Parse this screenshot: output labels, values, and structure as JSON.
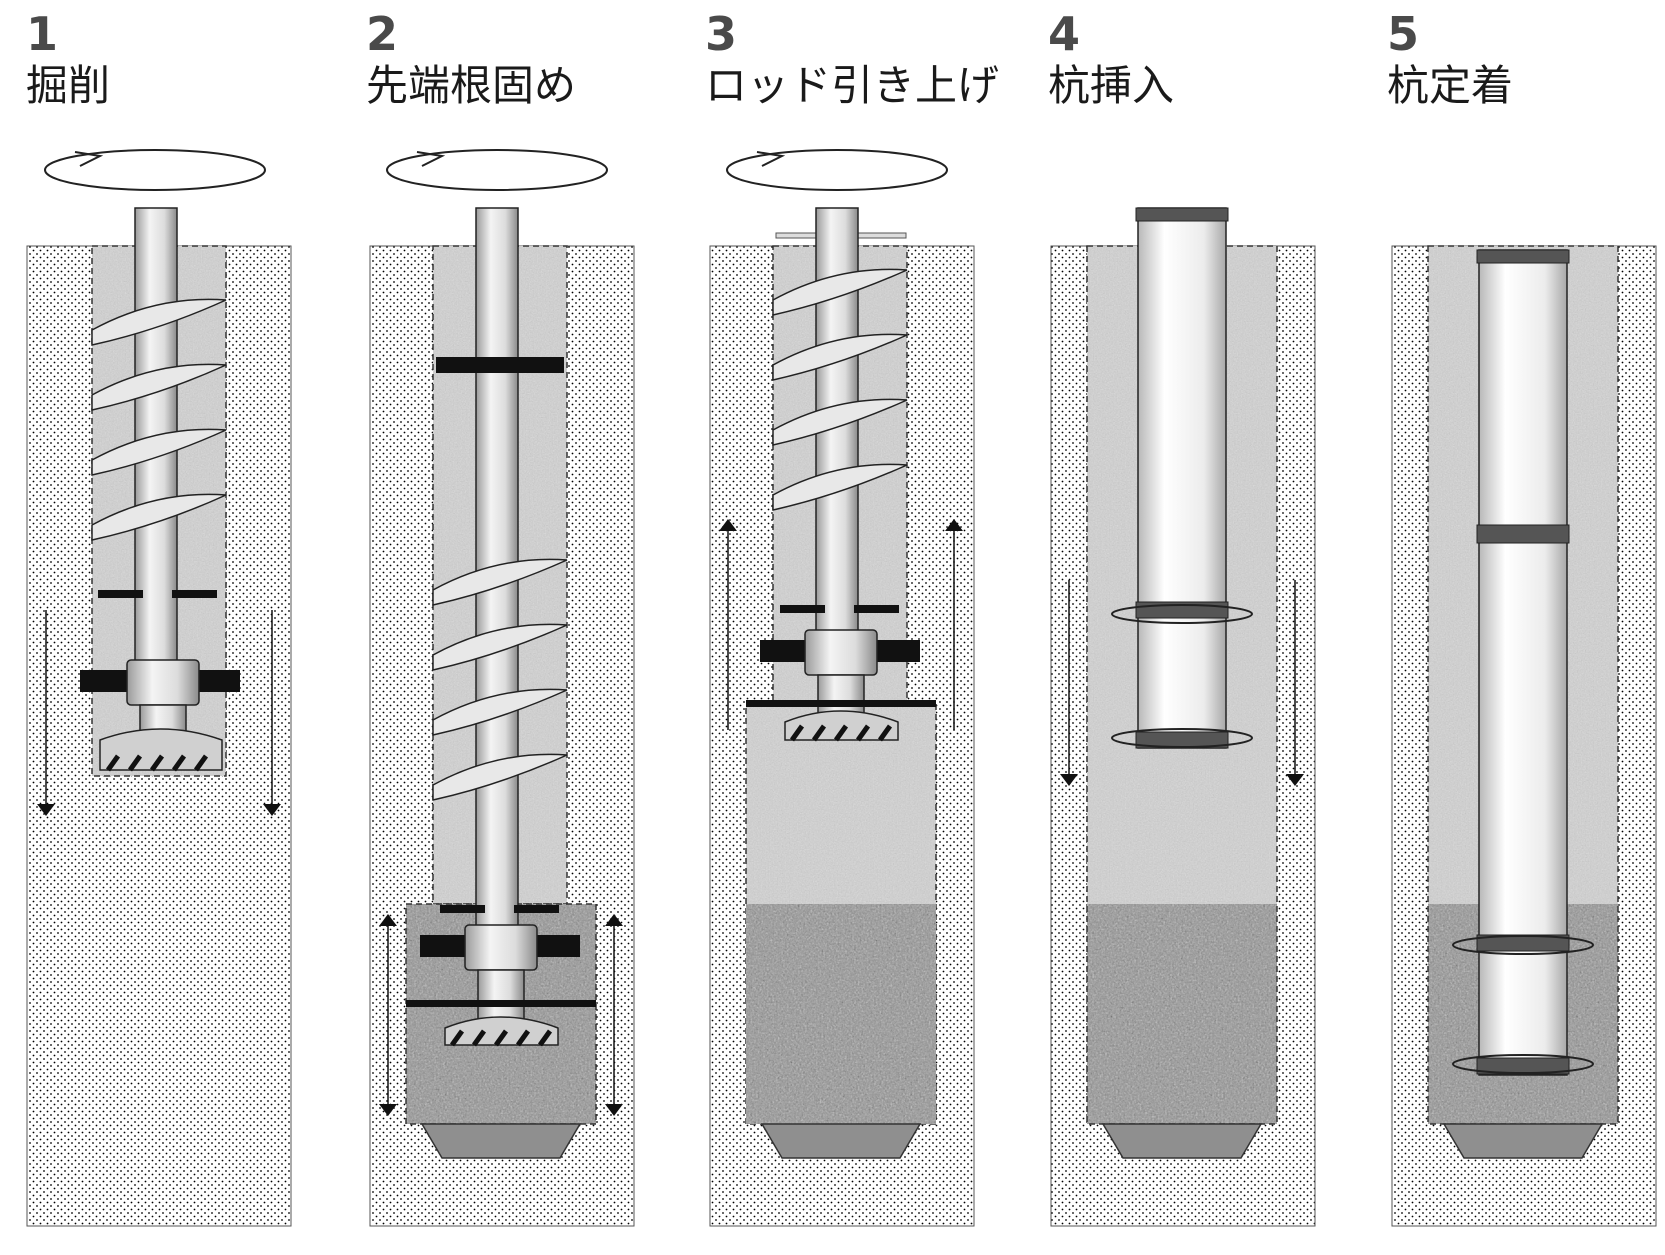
{
  "steps": [
    {
      "number": "1",
      "title": "掘削"
    },
    {
      "number": "2",
      "title": "先端根固め"
    },
    {
      "number": "3",
      "title": "ロッド引き上げ"
    },
    {
      "number": "4",
      "title": "杭挿入"
    },
    {
      "number": "5",
      "title": "杭定着"
    }
  ],
  "colors": {
    "soil_dots": "#000000",
    "upper_fill": "#c8c8c8",
    "tip_fill": "#8f8f8f",
    "rod": "#d9d9d9",
    "outline": "#222222",
    "heading_number": "#4a4a4a"
  }
}
